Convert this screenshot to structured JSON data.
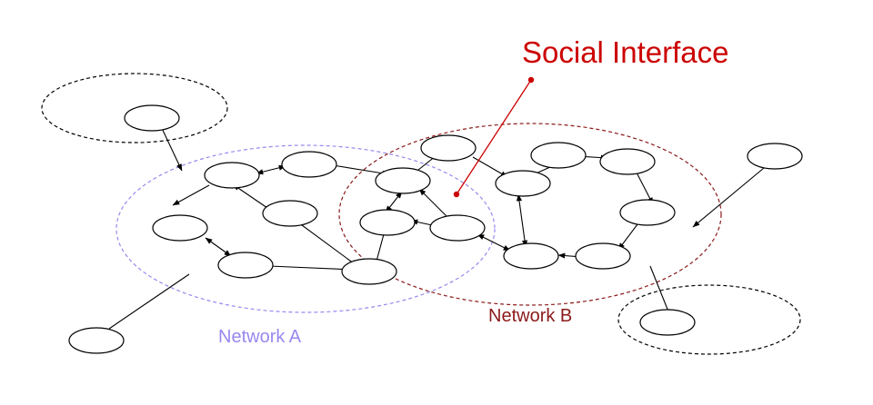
{
  "title": "Social Interface",
  "network_a": {
    "label": "Network A",
    "color": "#9988ee"
  },
  "network_b": {
    "label": "Network B",
    "color": "#8b1a1a"
  },
  "title_color": "#cc0000",
  "pointer_color": "#cc0000",
  "outer_boundary_color": "#000000",
  "node_stroke": "#000000",
  "edge_color": "#000000"
}
